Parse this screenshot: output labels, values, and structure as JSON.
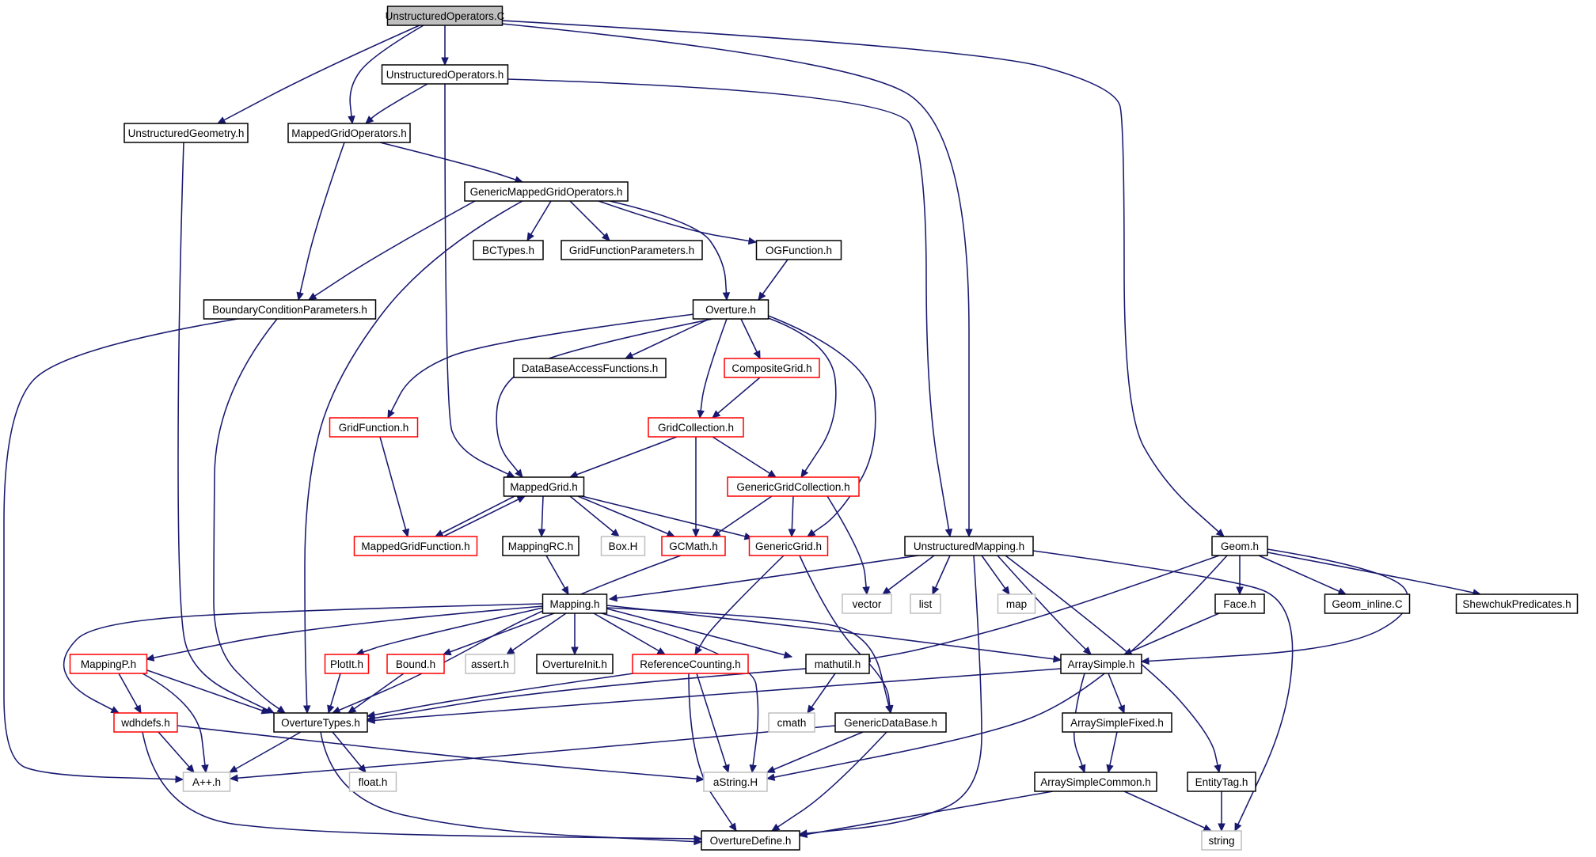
{
  "nodes": [
    {
      "id": "unstructured_operators_c",
      "label": "UnstructuredOperators.C",
      "style": "root"
    },
    {
      "id": "unstructured_operators_h",
      "label": "UnstructuredOperators.h",
      "style": "normal"
    },
    {
      "id": "unstructured_geometry_h",
      "label": "UnstructuredGeometry.h",
      "style": "normal"
    },
    {
      "id": "mapped_grid_operators_h",
      "label": "MappedGridOperators.h",
      "style": "normal"
    },
    {
      "id": "generic_mapped_grid_operators_h",
      "label": "GenericMappedGridOperators.h",
      "style": "normal"
    },
    {
      "id": "bctypes_h",
      "label": "BCTypes.h",
      "style": "normal"
    },
    {
      "id": "grid_function_parameters_h",
      "label": "GridFunctionParameters.h",
      "style": "normal"
    },
    {
      "id": "ogfunction_h",
      "label": "OGFunction.h",
      "style": "normal"
    },
    {
      "id": "boundary_condition_parameters_h",
      "label": "BoundaryConditionParameters.h",
      "style": "normal"
    },
    {
      "id": "overture_h",
      "label": "Overture.h",
      "style": "normal"
    },
    {
      "id": "database_access_functions_h",
      "label": "DataBaseAccessFunctions.h",
      "style": "normal"
    },
    {
      "id": "composite_grid_h",
      "label": "CompositeGrid.h",
      "style": "truncated"
    },
    {
      "id": "grid_function_h",
      "label": "GridFunction.h",
      "style": "truncated"
    },
    {
      "id": "grid_collection_h",
      "label": "GridCollection.h",
      "style": "truncated"
    },
    {
      "id": "mapped_grid_h",
      "label": "MappedGrid.h",
      "style": "normal"
    },
    {
      "id": "generic_grid_collection_h",
      "label": "GenericGridCollection.h",
      "style": "truncated"
    },
    {
      "id": "mapped_grid_function_h",
      "label": "MappedGridFunction.h",
      "style": "truncated"
    },
    {
      "id": "mapping_rc_h",
      "label": "MappingRC.h",
      "style": "normal"
    },
    {
      "id": "box_h",
      "label": "Box.H",
      "style": "external"
    },
    {
      "id": "gcmath_h",
      "label": "GCMath.h",
      "style": "truncated"
    },
    {
      "id": "generic_grid_h",
      "label": "GenericGrid.h",
      "style": "truncated"
    },
    {
      "id": "unstructured_mapping_h",
      "label": "UnstructuredMapping.h",
      "style": "normal"
    },
    {
      "id": "geom_h",
      "label": "Geom.h",
      "style": "normal"
    },
    {
      "id": "vector",
      "label": "vector",
      "style": "external"
    },
    {
      "id": "list",
      "label": "list",
      "style": "external"
    },
    {
      "id": "map",
      "label": "map",
      "style": "external"
    },
    {
      "id": "mapping_h",
      "label": "Mapping.h",
      "style": "normal"
    },
    {
      "id": "face_h",
      "label": "Face.h",
      "style": "normal"
    },
    {
      "id": "geom_inline_c",
      "label": "Geom_inline.C",
      "style": "normal"
    },
    {
      "id": "shewchuk_predicates_h",
      "label": "ShewchukPredicates.h",
      "style": "normal"
    },
    {
      "id": "mappingp_h",
      "label": "MappingP.h",
      "style": "truncated"
    },
    {
      "id": "plotit_h",
      "label": "PlotIt.h",
      "style": "truncated"
    },
    {
      "id": "bound_h",
      "label": "Bound.h",
      "style": "truncated"
    },
    {
      "id": "assert_h",
      "label": "assert.h",
      "style": "external"
    },
    {
      "id": "overture_init_h",
      "label": "OvertureInit.h",
      "style": "normal"
    },
    {
      "id": "reference_counting_h",
      "label": "ReferenceCounting.h",
      "style": "truncated"
    },
    {
      "id": "mathutil_h",
      "label": "mathutil.h",
      "style": "normal"
    },
    {
      "id": "array_simple_h",
      "label": "ArraySimple.h",
      "style": "normal"
    },
    {
      "id": "wdhdefs_h",
      "label": "wdhdefs.h",
      "style": "truncated"
    },
    {
      "id": "overture_types_h",
      "label": "OvertureTypes.h",
      "style": "normal"
    },
    {
      "id": "cmath",
      "label": "cmath",
      "style": "external"
    },
    {
      "id": "generic_database_h",
      "label": "GenericDataBase.h",
      "style": "normal"
    },
    {
      "id": "array_simple_fixed_h",
      "label": "ArraySimpleFixed.h",
      "style": "normal"
    },
    {
      "id": "app_h",
      "label": "A++.h",
      "style": "external"
    },
    {
      "id": "float_h",
      "label": "float.h",
      "style": "external"
    },
    {
      "id": "astring_h",
      "label": "aString.H",
      "style": "external"
    },
    {
      "id": "array_simple_common_h",
      "label": "ArraySimpleCommon.h",
      "style": "normal"
    },
    {
      "id": "entity_tag_h",
      "label": "EntityTag.h",
      "style": "normal"
    },
    {
      "id": "string",
      "label": "string",
      "style": "external"
    },
    {
      "id": "overture_define_h",
      "label": "OvertureDefine.h",
      "style": "normal"
    }
  ],
  "edges": [
    [
      "unstructured_operators_c",
      "unstructured_operators_h"
    ],
    [
      "unstructured_operators_c",
      "unstructured_geometry_h"
    ],
    [
      "unstructured_operators_c",
      "mapped_grid_operators_h"
    ],
    [
      "unstructured_operators_c",
      "unstructured_mapping_h"
    ],
    [
      "unstructured_operators_c",
      "geom_h"
    ],
    [
      "unstructured_operators_h",
      "mapped_grid_operators_h"
    ],
    [
      "unstructured_operators_h",
      "mapped_grid_h"
    ],
    [
      "unstructured_operators_h",
      "unstructured_mapping_h"
    ],
    [
      "unstructured_geometry_h",
      "overture_types_h"
    ],
    [
      "mapped_grid_operators_h",
      "generic_mapped_grid_operators_h"
    ],
    [
      "mapped_grid_operators_h",
      "boundary_condition_parameters_h"
    ],
    [
      "generic_mapped_grid_operators_h",
      "bctypes_h"
    ],
    [
      "generic_mapped_grid_operators_h",
      "grid_function_parameters_h"
    ],
    [
      "generic_mapped_grid_operators_h",
      "ogfunction_h"
    ],
    [
      "generic_mapped_grid_operators_h",
      "overture_h"
    ],
    [
      "generic_mapped_grid_operators_h",
      "boundary_condition_parameters_h"
    ],
    [
      "generic_mapped_grid_operators_h",
      "overture_types_h"
    ],
    [
      "ogfunction_h",
      "overture_h"
    ],
    [
      "boundary_condition_parameters_h",
      "overture_types_h"
    ],
    [
      "boundary_condition_parameters_h",
      "app_h"
    ],
    [
      "overture_h",
      "database_access_functions_h"
    ],
    [
      "overture_h",
      "composite_grid_h"
    ],
    [
      "overture_h",
      "grid_function_h"
    ],
    [
      "overture_h",
      "grid_collection_h"
    ],
    [
      "overture_h",
      "mapped_grid_h"
    ],
    [
      "overture_h",
      "generic_grid_collection_h"
    ],
    [
      "overture_h",
      "generic_grid_h"
    ],
    [
      "composite_grid_h",
      "grid_collection_h"
    ],
    [
      "grid_function_h",
      "mapped_grid_function_h"
    ],
    [
      "grid_collection_h",
      "mapped_grid_h"
    ],
    [
      "grid_collection_h",
      "generic_grid_collection_h"
    ],
    [
      "grid_collection_h",
      "gcmath_h"
    ],
    [
      "mapped_grid_h",
      "mapped_grid_function_h"
    ],
    [
      "mapped_grid_function_h",
      "mapped_grid_h"
    ],
    [
      "mapped_grid_h",
      "mapping_rc_h"
    ],
    [
      "mapped_grid_h",
      "box_h"
    ],
    [
      "mapped_grid_h",
      "gcmath_h"
    ],
    [
      "mapped_grid_h",
      "generic_grid_h"
    ],
    [
      "generic_grid_collection_h",
      "gcmath_h"
    ],
    [
      "generic_grid_collection_h",
      "generic_grid_h"
    ],
    [
      "generic_grid_collection_h",
      "vector"
    ],
    [
      "mapping_rc_h",
      "mapping_h"
    ],
    [
      "gcmath_h",
      "overture_types_h"
    ],
    [
      "generic_grid_h",
      "reference_counting_h"
    ],
    [
      "generic_grid_h",
      "generic_database_h"
    ],
    [
      "unstructured_mapping_h",
      "mapping_h"
    ],
    [
      "unstructured_mapping_h",
      "vector"
    ],
    [
      "unstructured_mapping_h",
      "list"
    ],
    [
      "unstructured_mapping_h",
      "map"
    ],
    [
      "unstructured_mapping_h",
      "array_simple_h"
    ],
    [
      "unstructured_mapping_h",
      "entity_tag_h"
    ],
    [
      "unstructured_mapping_h",
      "string"
    ],
    [
      "unstructured_mapping_h",
      "overture_define_h"
    ],
    [
      "geom_h",
      "face_h"
    ],
    [
      "geom_h",
      "geom_inline_c"
    ],
    [
      "geom_h",
      "shewchuk_predicates_h"
    ],
    [
      "geom_h",
      "mathutil_h"
    ],
    [
      "geom_h",
      "array_simple_h"
    ],
    [
      "geom_h",
      "astring_h"
    ],
    [
      "face_h",
      "array_simple_h"
    ],
    [
      "mapping_h",
      "mappingp_h"
    ],
    [
      "mapping_h",
      "plotit_h"
    ],
    [
      "mapping_h",
      "bound_h"
    ],
    [
      "mapping_h",
      "assert_h"
    ],
    [
      "mapping_h",
      "overture_init_h"
    ],
    [
      "mapping_h",
      "reference_counting_h"
    ],
    [
      "mapping_h",
      "mathutil_h"
    ],
    [
      "mapping_h",
      "array_simple_h"
    ],
    [
      "mapping_h",
      "generic_database_h"
    ],
    [
      "mapping_h",
      "wdhdefs_h"
    ],
    [
      "mapping_h",
      "astring_h"
    ],
    [
      "mappingp_h",
      "wdhdefs_h"
    ],
    [
      "mappingp_h",
      "overture_types_h"
    ],
    [
      "mappingp_h",
      "app_h"
    ],
    [
      "plotit_h",
      "overture_types_h"
    ],
    [
      "bound_h",
      "overture_types_h"
    ],
    [
      "reference_counting_h",
      "overture_types_h"
    ],
    [
      "reference_counting_h",
      "astring_h"
    ],
    [
      "reference_counting_h",
      "overture_define_h"
    ],
    [
      "mathutil_h",
      "overture_types_h"
    ],
    [
      "mathutil_h",
      "cmath"
    ],
    [
      "array_simple_h",
      "overture_types_h"
    ],
    [
      "array_simple_h",
      "array_simple_fixed_h"
    ],
    [
      "array_simple_h",
      "array_simple_common_h"
    ],
    [
      "array_simple_fixed_h",
      "array_simple_common_h"
    ],
    [
      "array_simple_common_h",
      "string"
    ],
    [
      "array_simple_common_h",
      "overture_define_h"
    ],
    [
      "entity_tag_h",
      "string"
    ],
    [
      "wdhdefs_h",
      "app_h"
    ],
    [
      "wdhdefs_h",
      "astring_h"
    ],
    [
      "wdhdefs_h",
      "overture_define_h"
    ],
    [
      "overture_types_h",
      "app_h"
    ],
    [
      "overture_types_h",
      "float_h"
    ],
    [
      "overture_types_h",
      "overture_define_h"
    ],
    [
      "generic_database_h",
      "app_h"
    ],
    [
      "generic_database_h",
      "astring_h"
    ],
    [
      "generic_database_h",
      "overture_define_h"
    ]
  ],
  "colors": {
    "edge": "#191970",
    "normal_border": "#000000",
    "truncated_border": "#ff0000",
    "external_border": "#bfbfbf",
    "root_fill": "#bfbfbf",
    "node_fill": "#ffffff"
  }
}
